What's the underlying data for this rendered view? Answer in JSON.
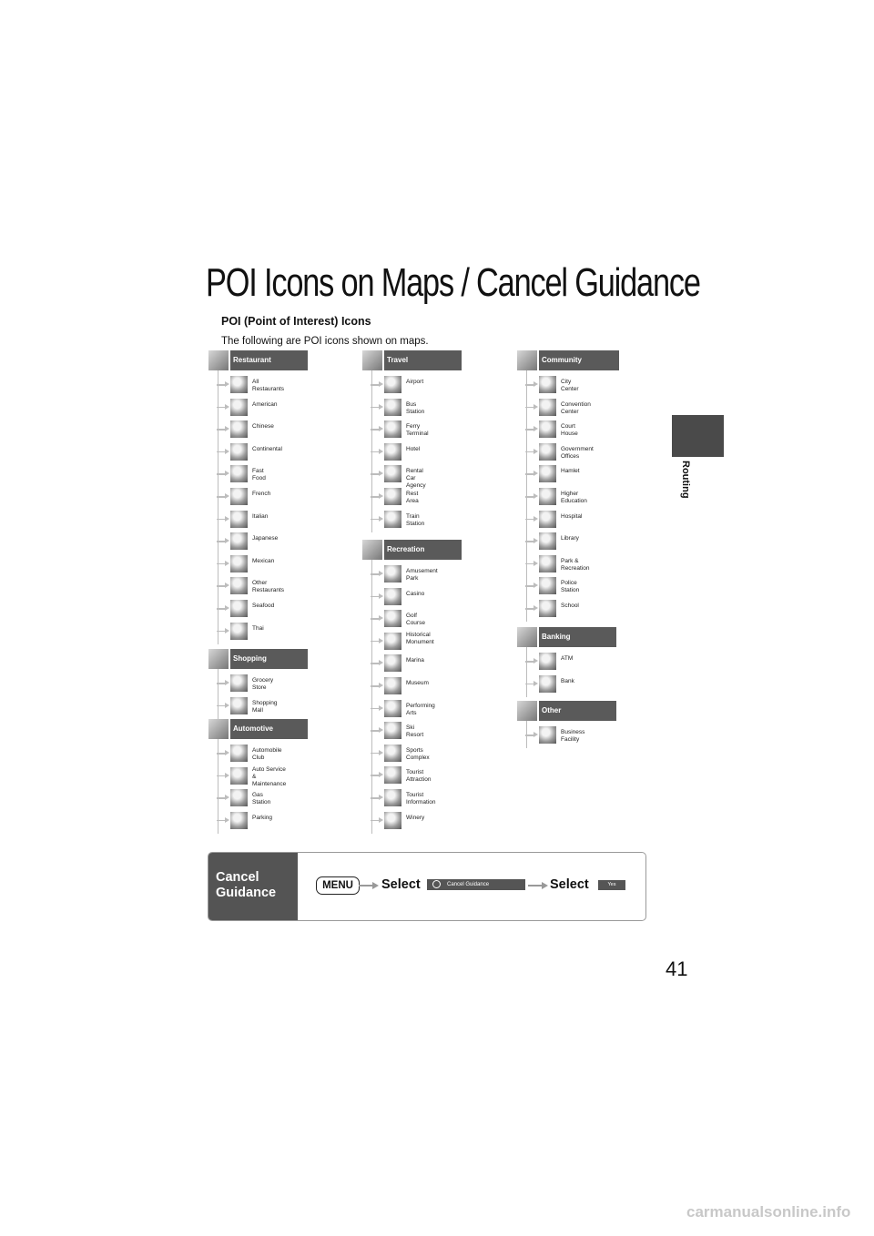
{
  "page": {
    "title": "POI Icons on Maps / Cancel Guidance",
    "subheading": "POI (Point of Interest) Icons",
    "intro": "The following are POI icons shown on maps.",
    "tab_label": "Routing",
    "page_number": "41",
    "footer": "carmanualsonline.info"
  },
  "groups": [
    {
      "id": "restaurant",
      "title": "Restaurant",
      "icon": "fork-knife-icon",
      "items": [
        "All Restaurants",
        "American",
        "Chinese",
        "Continental",
        "Fast Food",
        "French",
        "Italian",
        "Japanese",
        "Mexican",
        "Other Restaurants",
        "Seafood",
        "Thai"
      ]
    },
    {
      "id": "shopping",
      "title": "Shopping",
      "icon": "shopping-bag-icon",
      "items": [
        "Grocery Store",
        "Shopping Mall"
      ]
    },
    {
      "id": "automotive",
      "title": "Automotive",
      "icon": "car-icon",
      "items": [
        "Automobile Club",
        "Auto Service &\nMaintenance",
        "Gas Station",
        "Parking"
      ]
    },
    {
      "id": "travel",
      "title": "Travel",
      "icon": "suitcase-icon",
      "items": [
        "Airport",
        "Bus Station",
        "Ferry Terminal",
        "Hotel",
        "Rental Car Agency",
        "Rest Area",
        "Train Station"
      ]
    },
    {
      "id": "recreation",
      "title": "Recreation",
      "icon": "smiley-icon",
      "items": [
        "Amusement Park",
        "Casino",
        "Golf Course",
        "Historical\nMonument",
        "Marina",
        "Museum",
        "Performing Arts",
        "Ski Resort",
        "Sports Complex",
        "Tourist Attraction",
        "Tourist Information",
        "Winery"
      ]
    },
    {
      "id": "community",
      "title": "Community",
      "icon": "people-icon",
      "items": [
        "City Center",
        "Convention Center",
        "Court House",
        "Government Offices",
        "Hamlet",
        "Higher Education",
        "Hospital",
        "Library",
        "Park & Recreation",
        "Police Station",
        "School"
      ]
    },
    {
      "id": "banking",
      "title": "Banking",
      "icon": "dollar-icon",
      "items": [
        "ATM",
        "Bank"
      ]
    },
    {
      "id": "other",
      "title": "Other",
      "icon": "other-icon",
      "items": [
        "Business Facility"
      ]
    }
  ],
  "cancel": {
    "title": "Cancel\nGuidance",
    "menu_label": "MENU",
    "select1": "Select",
    "screen_button": "Cancel Guidance",
    "select2": "Select",
    "yes_label": "Yes"
  }
}
